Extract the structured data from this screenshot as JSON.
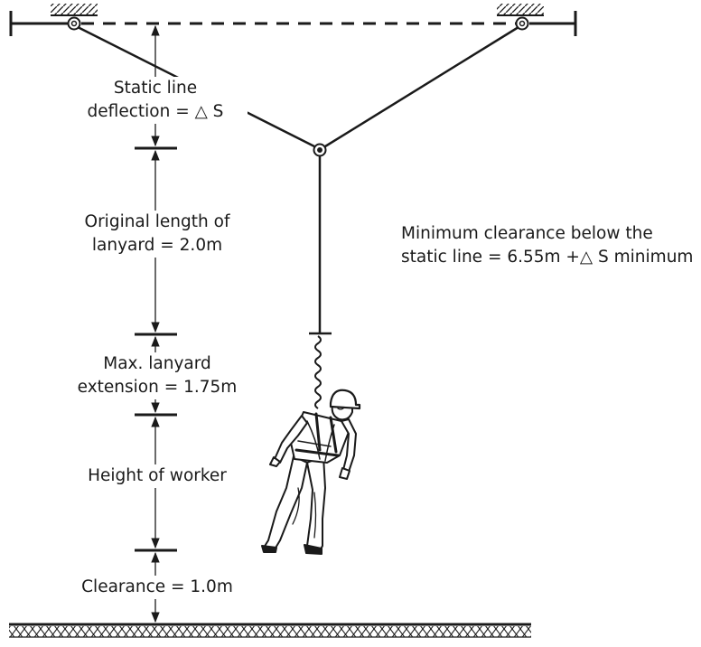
{
  "labels": {
    "deflection": {
      "line1": "Static line",
      "line2": "deflection = △ S"
    },
    "lanyard": {
      "line1": "Original length of",
      "line2": "lanyard = 2.0m"
    },
    "extension": {
      "line1": "Max. lanyard",
      "line2": "extension = 1.75m"
    },
    "worker": {
      "line1": "Height of worker"
    },
    "clearance": {
      "line1": "Clearance = 1.0m"
    },
    "minimum": {
      "line1": "Minimum clearance below the",
      "line2": "static line = 6.55m +△ S minimum"
    }
  },
  "colors": {
    "ink": "#1a1a1a",
    "background": "#ffffff"
  }
}
